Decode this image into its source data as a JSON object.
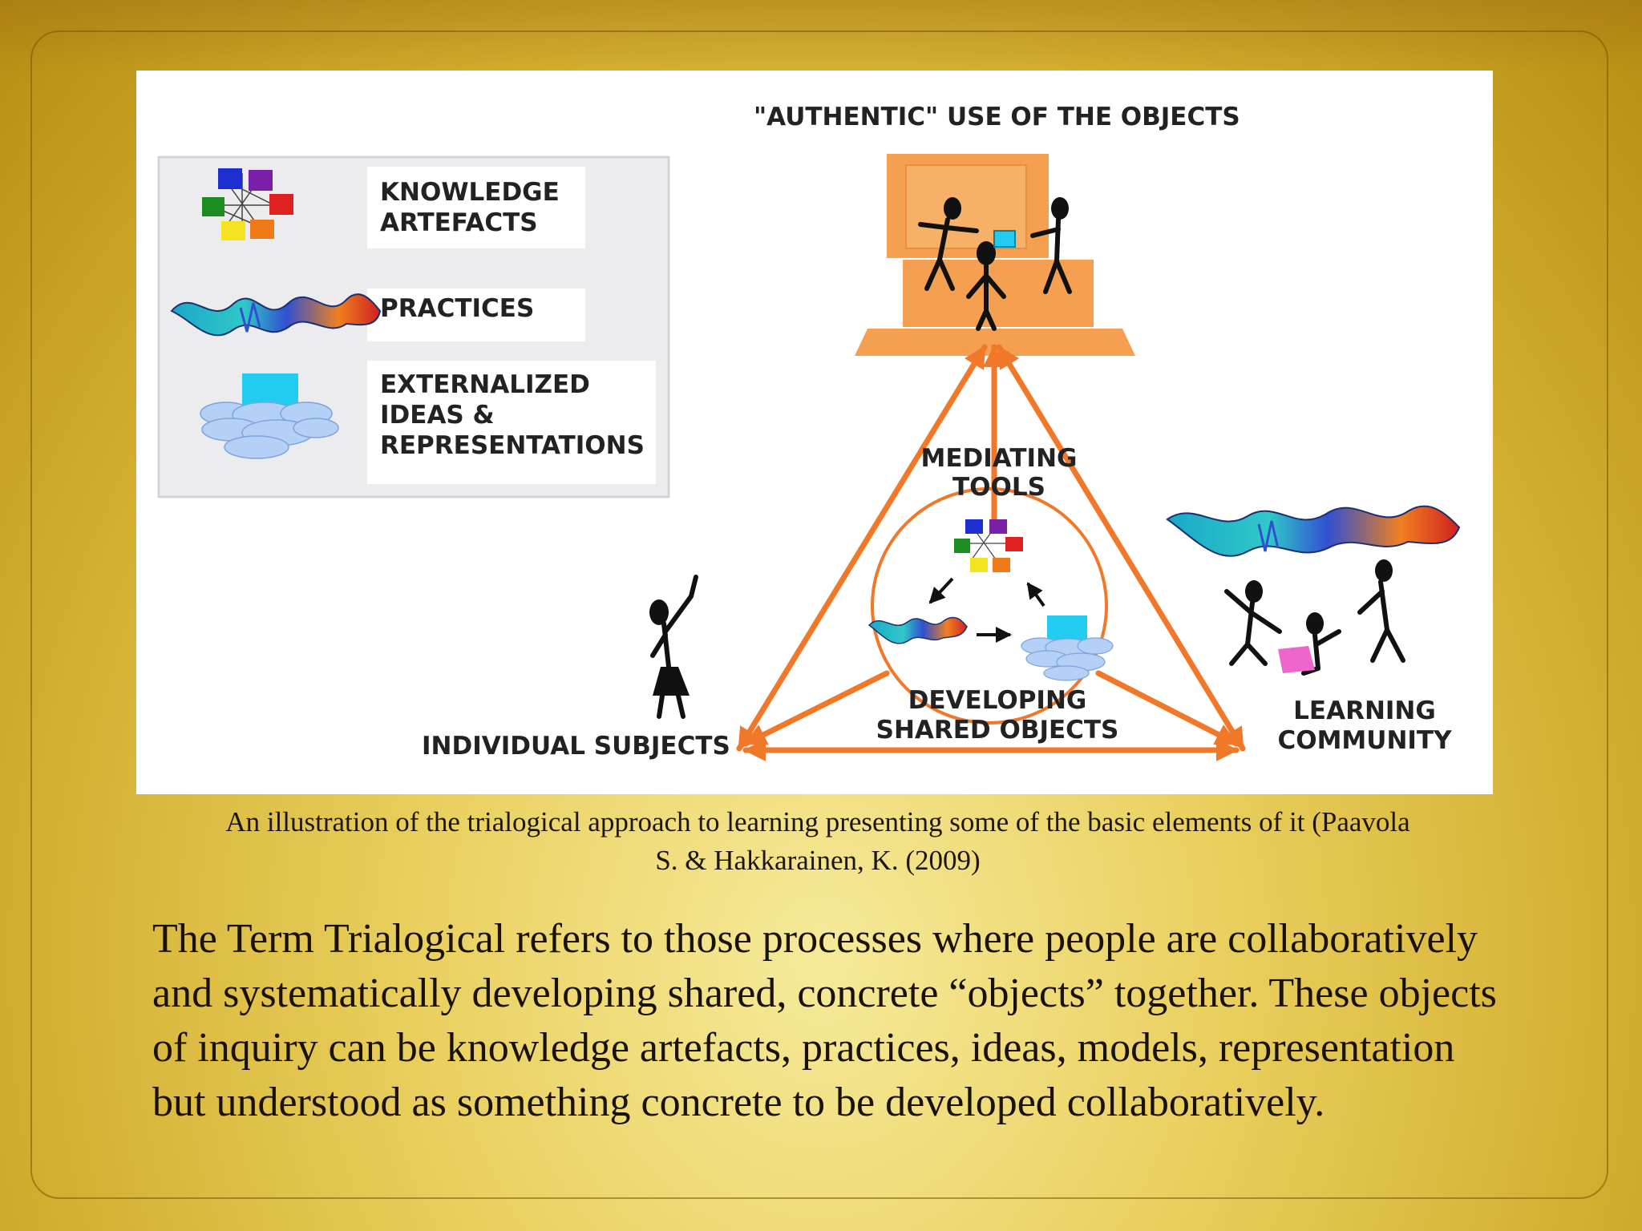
{
  "diagram": {
    "top_label": "\"AUTHENTIC\" USE OF THE OBJECTS",
    "legend": {
      "knowledge_artefacts": [
        "KNOWLEDGE",
        "ARTEFACTS"
      ],
      "practices": "PRACTICES",
      "externalized": [
        "EXTERNALIZED",
        "IDEAS &",
        "REPRESENTATIONS"
      ]
    },
    "mediating_tools": [
      "MEDIATING",
      "TOOLS"
    ],
    "developing": [
      "DEVELOPING",
      "SHARED OBJECTS"
    ],
    "individual_subjects": "INDIVIDUAL SUBJECTS",
    "learning_community": [
      "LEARNING",
      "COMMUNITY"
    ],
    "colors": {
      "arrow": "#f07828",
      "platform": "#f5a050",
      "cyan": "#22ccf0",
      "cloud": "#a8c8f4"
    }
  },
  "caption": {
    "line1": "An illustration of the trialogical approach to learning presenting some of the basic elements of it (Paavola",
    "line2": "S. & Hakkarainen, K. (2009)"
  },
  "body": "The Term Trialogical refers to those processes where people are collaboratively and systematically developing shared, concrete “objects” together. These objects of inquiry can be knowledge artefacts, practices, ideas, models, representation but understood as something concrete to be developed collaboratively."
}
